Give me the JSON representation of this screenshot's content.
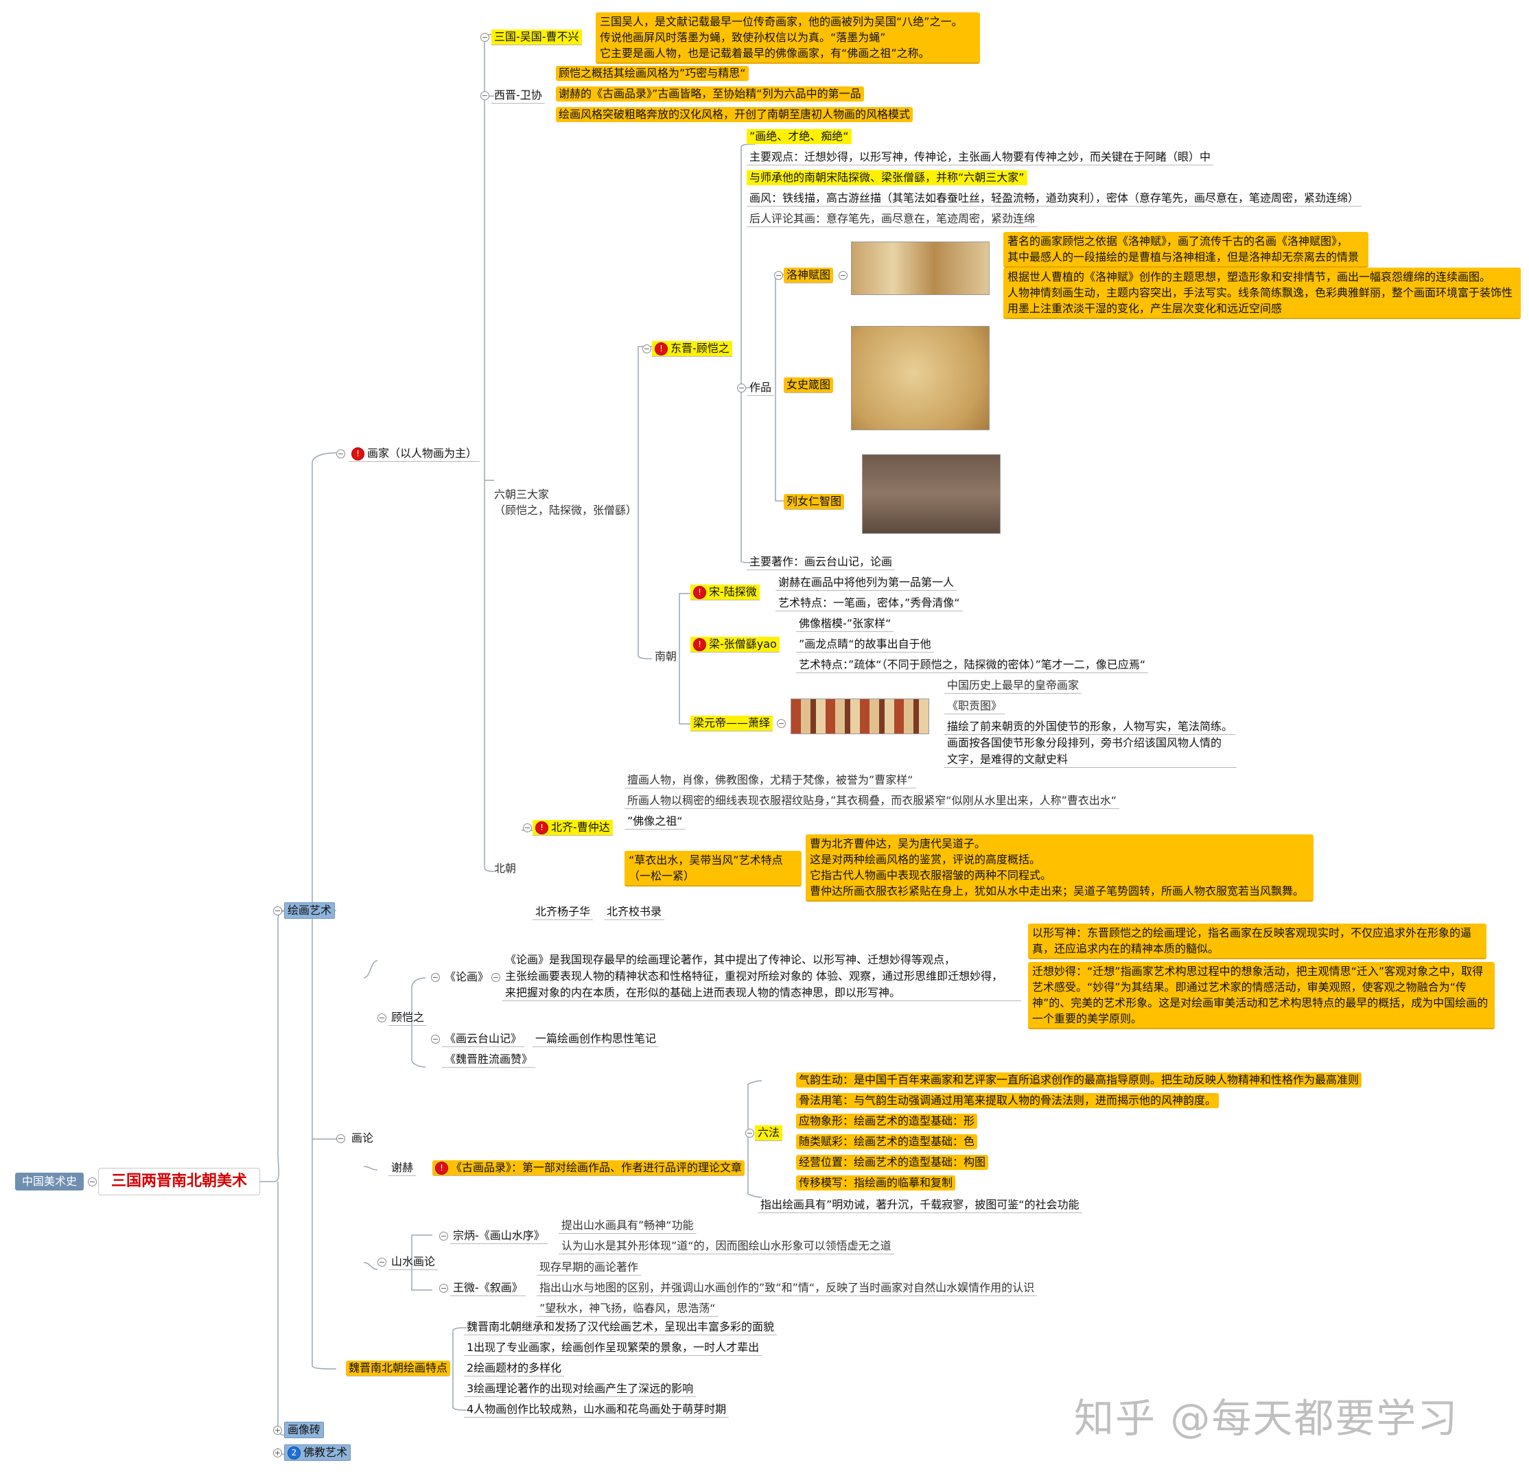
{
  "root": "中国美术史",
  "title": "三国两晋南北朝美术",
  "l1": {
    "painting": "绘画艺术",
    "brick": "画像砖",
    "buddhist": "佛教艺术",
    "buddhist_badge": "2"
  },
  "painters": {
    "label": "画家（以人物画为主）",
    "badge": "!",
    "cao_buxing": {
      "label": "三国-吴国-曹不兴",
      "notes": [
        "三国吴人，是文献记载最早一位传奇画家，他的画被列为吴国“八绝”之一。",
        "传说他画屏风时落墨为蝇，致使孙权信以为真。“落墨为蝇”",
        "它主要是画人物，也是记载着最早的佛像画家，有“佛画之祖”之称。"
      ]
    },
    "wei_xie": {
      "label": "西晋-卫协",
      "notes": [
        "顾恺之概括其绘画风格为”巧密与精思“",
        "谢赫的《古画品录》”古画皆略，至协始精“列为六品中的第一品",
        "绘画风格突破粗略奔放的汉化风格，开创了南朝至唐初人物画的风格模式"
      ]
    },
    "six_dynasties": {
      "label": "六朝三大家",
      "sub": "（顾恺之，陆探微，张僧繇）"
    },
    "gu": {
      "label": "东晋-顾恺之",
      "items": [
        "”画绝、才绝、痴绝“",
        "主要观点：迁想妙得，以形写神，传神论，主张画人物要有传神之妙，而关键在于阿睹（眼）中",
        "与师承他的南朝宋陆探微、梁张僧繇，并称“六朝三大家”",
        "画风：铁线描，高古游丝描（其笔法如春蚕吐丝，轻盈流畅，遒劲爽利），密体（意存笔先，画尽意在，笔迹周密，紧劲连绵）",
        "后人评论其画：意存笔先，画尽意在，笔迹周密，紧劲连绵"
      ],
      "works": "作品",
      "main_work": "主要著作：画云台山记，论画",
      "luoshen": {
        "label": "洛神赋图",
        "notes": [
          "著名的画家顾恺之依据《洛神赋》，画了流传千古的名画《洛神赋图》，",
          "其中最感人的一段描绘的是曹植与洛神相逢，但是洛神却无奈离去的情景",
          "根据世人曹植的《洛神赋》创作的主题思想，塑造形象和安排情节，画出一幅哀怨缠绵的连续画图。",
          "人物神情刻画生动，主题内容突出，手法写实。线条简练飘逸，色彩典雅鲜丽，整个画面环境富于装饰性",
          "用墨上注重浓淡干湿的变化，产生层次变化和远近空间感"
        ]
      },
      "nvshi": "女史箴图",
      "lienv": "列女仁智图"
    },
    "south": {
      "label": "南朝",
      "lu": {
        "label": "宋-陆探微",
        "notes": [
          "谢赫在画品中将他列为第一品第一人",
          "艺术特点：一笔画，密体，”秀骨清像“"
        ]
      },
      "zhang": {
        "label": "梁-张僧繇yao",
        "notes": [
          "佛像楷模-”张家样“",
          "”画龙点睛“的故事出自于他",
          "艺术特点：”疏体“（不同于顾恺之，陆探微的密体）”笔才一二，像已应焉“"
        ]
      },
      "xiao": {
        "label": "梁元帝——萧绎",
        "notes": [
          "中国历史上最早的皇帝画家",
          "《职贡图》",
          "描绘了前来朝贡的外国使节的形象，人物写实，笔法简练。",
          "画面按各国使节形象分段排列，旁书介绍该国风物人情的",
          "文字，是难得的文献史料"
        ]
      }
    },
    "north": {
      "label": "北朝",
      "cao": {
        "label": "北齐-曹仲达",
        "notes": [
          "擅画人物，肖像，佛教图像，尤精于梵像，被誉为”曹家样“",
          "所画人物以稠密的细线表现衣服褶纹贴身，”其衣稠叠，而衣服紧窄“似刚从水里出来，人称”曹衣出水“",
          "”佛像之祖“"
        ],
        "feature": "“草衣出水，吴带当风”艺术特点（一松一紧）",
        "feature_notes": [
          "曹为北齐曹仲达，吴为唐代吴道子。",
          "这是对两种绘画风格的鉴赏，评说的高度概括。",
          "它指古代人物画中表现衣服褶皱的两种不同程式。",
          "曹仲达所画衣服衣衫紧贴在身上，犹如从水中走出来；吴道子笔势圆转，所画人物衣服宽若当风飘舞。"
        ]
      },
      "yang": "北齐杨子华",
      "yang_note": "北齐校书录"
    }
  },
  "theory": {
    "label": "画论",
    "gu": {
      "label": "顾恺之",
      "lunhua": "《论画》",
      "lunhua_desc": [
        "《论画》是我国现存最早的绘画理论著作，其中提出了传神论、以形写神、迁想妙得等观点，",
        "主张绘画要表现人物的精神状态和性格特征，重视对所绘对象的 体验、观察，通过形思维即迁想妙得，",
        "来把握对象的内在本质，在形似的基础上进而表现人物的情态神思，即以形写神。"
      ],
      "yixing": "以形写神：东晋顾恺之的绘画理论，指名画家在反映客观现实时，不仅应追求外在形象的逼真，还应追求内在的精神本质的髓似。",
      "qianxiang": "迁想妙得：“迁想”指画家艺术构思过程中的想象活动，把主观情思“迁入”客观对象之中，取得艺术感受。“妙得”为其结果。即通过艺术家的情感活动，审美观照，使客观之物融合为“传神”的、完美的艺术形象。这是对绘画审美活动和艺术构思特点的最早的概括，成为中国绘画的一个重要的美学原则。",
      "yuntai": "《画云台山记》",
      "yuntai_note": "一篇绘画创作构思性笔记",
      "weijin": "《魏晋胜流画赞》"
    },
    "xie": {
      "label": "谢赫",
      "book": "《古画品录》：第一部对绘画作品、作者进行品评的理论文章",
      "badge": "!",
      "six": "六法",
      "laws": [
        "气韵生动：是中国千百年来画家和艺评家一直所追求创作的最高指导原则。把生动反映人物精神和性格作为最高准则",
        "骨法用笔：与气韵生动强调通过用笔来提取人物的骨法法则，进而揭示他的风神韵度。",
        "应物象形：绘画艺术的造型基础：形",
        "随类赋彩：绘画艺术的造型基础：色",
        "经营位置：绘画艺术的造型基础：构图",
        "传移模写：指绘画的临摹和复制"
      ],
      "social": "指出绘画具有”明劝诫，著升沉，千载寂寥，披图可鉴“的社会功能"
    },
    "shanshui": {
      "label": "山水画论",
      "zong": {
        "label": "宗炳-《画山水序》",
        "notes": [
          "提出山水画具有”畅神“功能",
          "认为山水是其外形体现”道“的，因而图绘山水形象可以领悟虚无之道"
        ]
      },
      "wang": {
        "label": "王微-《叙画》",
        "notes": [
          "现存早期的画论著作",
          "指出山水与地图的区别，并强调山水画创作的”致“和”情“，反映了当时画家对自然山水娱情作用的认识",
          "”望秋水，神飞扬，临春风，思浩荡“"
        ]
      }
    }
  },
  "features": {
    "label": "魏晋南北朝绘画特点",
    "notes": [
      "魏晋南北朝继承和发扬了汉代绘画艺术，呈现出丰富多彩的面貌",
      "1出现了专业画家，绘画创作呈现繁荣的景象，一时人才辈出",
      "2绘画题材的多样化",
      "3绘画理论著作的出现对绘画产生了深远的影响",
      "4人物画创作比较成熟，山水画和花鸟画处于萌芽时期"
    ]
  },
  "watermark": "知乎 @每天都要学习",
  "colors": {
    "yellow": "#fff200",
    "orange": "#ffc000",
    "blue": "#8fb4db",
    "title_red": "#d40000"
  }
}
